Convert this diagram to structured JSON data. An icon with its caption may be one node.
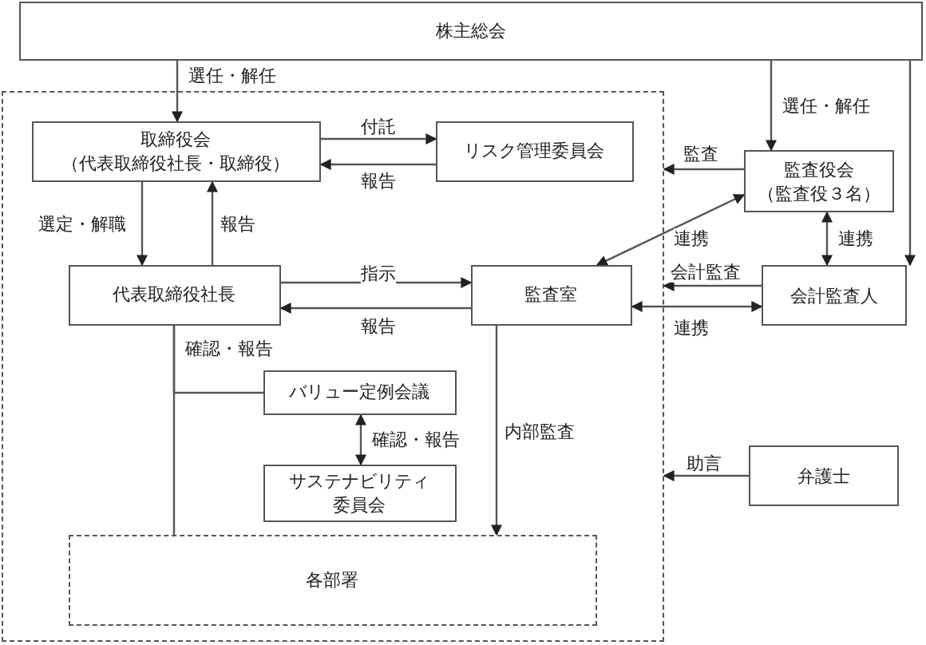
{
  "diagram": {
    "nodes": [
      {
        "text": [
          "株主総会"
        ]
      },
      {
        "text": [],
        "shape": "box"
      },
      {
        "text": [
          "取締役会",
          "（代表取締役社長・取締役）"
        ],
        "in": 1
      },
      {
        "text": [
          "リスク管理委員会"
        ],
        "in": 1
      },
      {
        "text": [
          "監査役会",
          "（監査役３名）"
        ]
      },
      {
        "text": [
          "代表取締役社長"
        ],
        "in": 1
      },
      {
        "text": [
          "監査室"
        ],
        "in": 1
      },
      {
        "text": [
          "会計監査人"
        ]
      },
      {
        "text": [
          "バリュー定例会議"
        ],
        "in": 1
      },
      {
        "text": [
          "サステナビリティ委員会"
        ],
        "in": 1
      },
      {
        "text": [
          "各部署"
        ],
        "in": 1
      },
      {
        "text": [
          "弁護士"
        ]
      }
    ],
    "edges": [
      {
        "from": 0,
        "to": 2,
        "arrow": "to",
        "label": "選任・解任"
      },
      {
        "from": 0,
        "to": 4,
        "arrow": "to",
        "label": "選任・解任"
      },
      {
        "from": 0,
        "to": 7,
        "arrow": "to"
      },
      {
        "from": 2,
        "to": 3,
        "arrow": "to",
        "label": "付託"
      },
      {
        "from": 3,
        "to": 2,
        "arrow": "to",
        "label": "報告"
      },
      {
        "from": 2,
        "to": 5,
        "arrow": "to",
        "label": "選定・解職"
      },
      {
        "from": 5,
        "to": 2,
        "arrow": "to",
        "label": "報告"
      },
      {
        "from": 5,
        "to": 6,
        "arrow": "to",
        "label": "指示"
      },
      {
        "from": 6,
        "to": 5,
        "arrow": "to",
        "label": "報告"
      },
      {
        "from": 4,
        "to": 1,
        "arrow": "to",
        "label": "監査"
      },
      {
        "from": 4,
        "to": 6,
        "arrow": "both",
        "label": "連携"
      },
      {
        "from": 4,
        "to": 7,
        "arrow": "both",
        "label": "連携"
      },
      {
        "from": 7,
        "to": 1,
        "arrow": "to",
        "label": "会計監査"
      },
      {
        "from": 6,
        "to": 7,
        "arrow": "both",
        "label": "連携"
      },
      {
        "from": 5,
        "to": 8,
        "arrow": "none",
        "label": "確認・報告"
      },
      {
        "from": 5,
        "to": 10,
        "arrow": "none"
      },
      {
        "from": 8,
        "to": 9,
        "arrow": "both",
        "label": "確認・報告"
      },
      {
        "from": 6,
        "to": 10,
        "arrow": "to",
        "label": "内部監査"
      },
      {
        "from": 11,
        "to": 1,
        "arrow": "to",
        "label": "助言"
      }
    ]
  }
}
